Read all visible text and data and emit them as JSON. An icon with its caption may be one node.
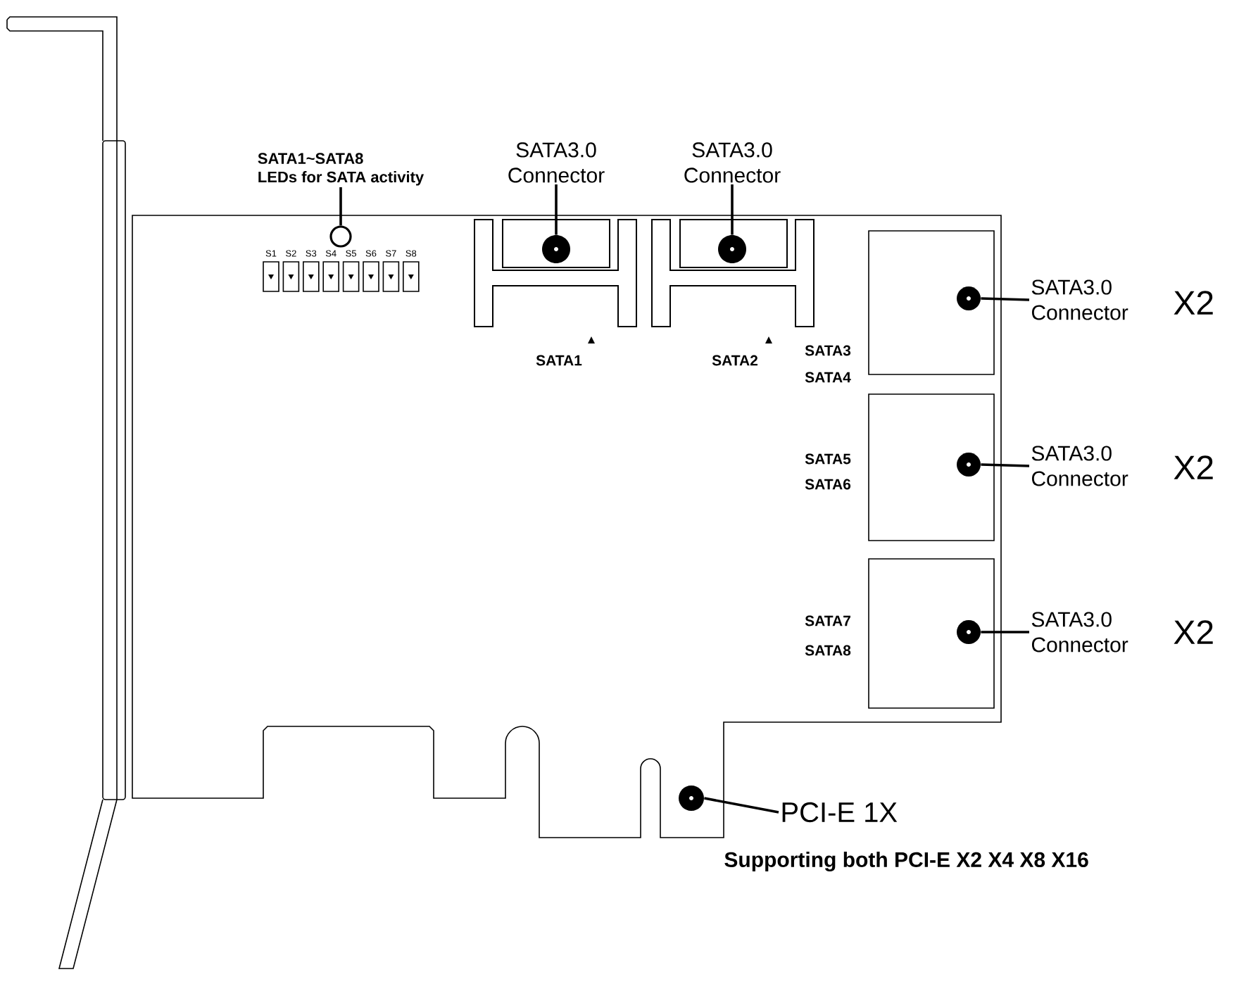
{
  "diagram": {
    "nodes": [
      {
        "text": [
          "SATA1~SATA8",
          "LEDs for SATA activity"
        ]
      },
      {
        "text": [],
        "shape": "circle"
      },
      {
        "text": [
          "SATA3.0 Connector"
        ]
      },
      {
        "text": [],
        "shape": "circle"
      },
      {
        "text": [
          "SATA3.0 Connector"
        ]
      },
      {
        "text": [],
        "shape": "circle"
      },
      {
        "text": [
          "SATA3.0 Connector"
        ],
        "beside": [
          "X2"
        ]
      },
      {
        "text": [],
        "shape": "circle"
      },
      {
        "text": [
          "SATA3.0 Connector"
        ],
        "beside": [
          "X2"
        ]
      },
      {
        "text": [],
        "shape": "circle"
      },
      {
        "text": [
          "SATA3.0 Connector"
        ],
        "beside": [
          "X2"
        ]
      },
      {
        "text": [],
        "shape": "circle"
      },
      {
        "text": [
          "PCI-E 1X"
        ],
        "beside": [
          "Supporting both PCI-E X2 X4 X8 X16"
        ]
      },
      {
        "text": [],
        "shape": "circle"
      }
    ],
    "edges": [
      {
        "from": 0,
        "to": 1,
        "arrow": "none"
      },
      {
        "from": 2,
        "to": 3,
        "arrow": "none"
      },
      {
        "from": 4,
        "to": 5,
        "arrow": "none"
      },
      {
        "from": 6,
        "to": 7,
        "arrow": "none"
      },
      {
        "from": 8,
        "to": 9,
        "arrow": "none"
      },
      {
        "from": 10,
        "to": 11,
        "arrow": "none"
      },
      {
        "from": 12,
        "to": 13,
        "arrow": "none"
      }
    ],
    "labels": [
      "S1",
      "S2",
      "S3",
      "S4",
      "S5",
      "S6",
      "S7",
      "S8",
      "SATA1",
      "SATA2",
      "SATA3",
      "SATA4",
      "SATA5",
      "SATA6",
      "SATA7",
      "SATA8"
    ]
  }
}
